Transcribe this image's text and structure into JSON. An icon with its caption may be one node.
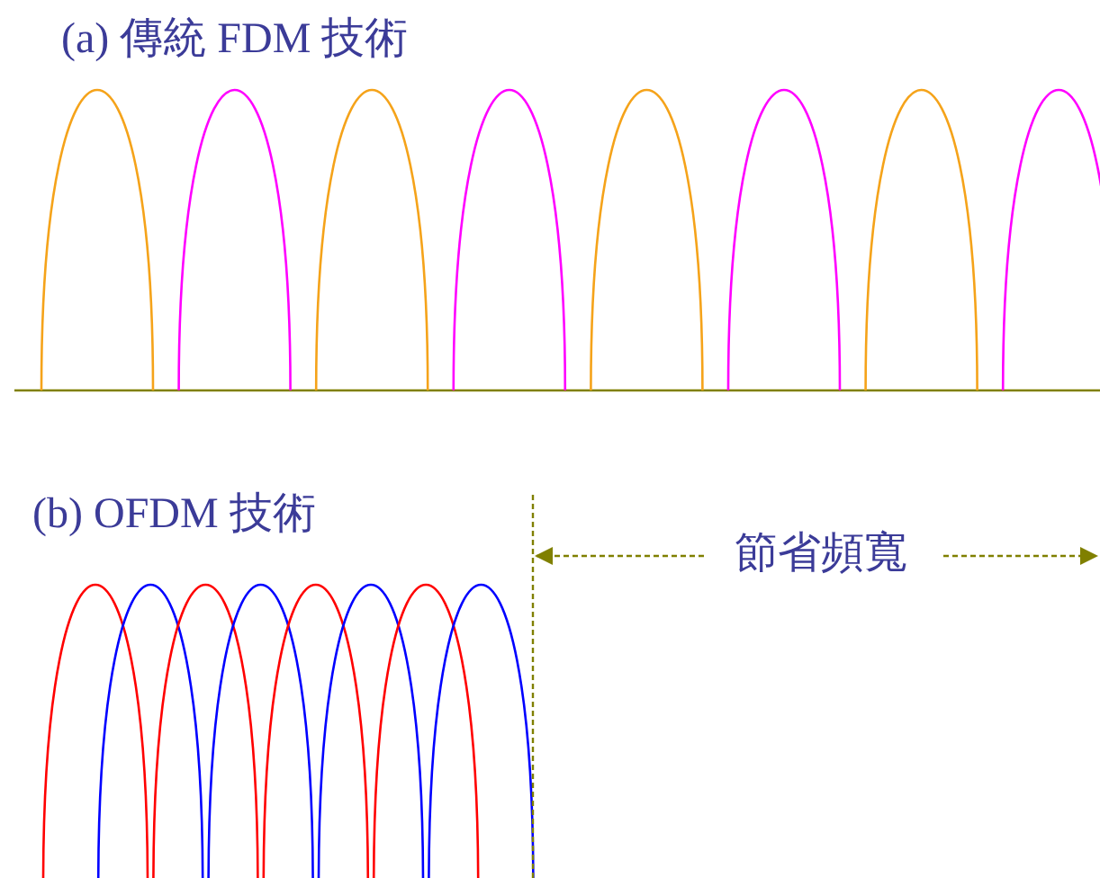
{
  "diagram": {
    "labels": [
      "(a) 傳統 FDM 技術",
      "(b) OFDM 技術",
      "節省頻寬"
    ]
  }
}
